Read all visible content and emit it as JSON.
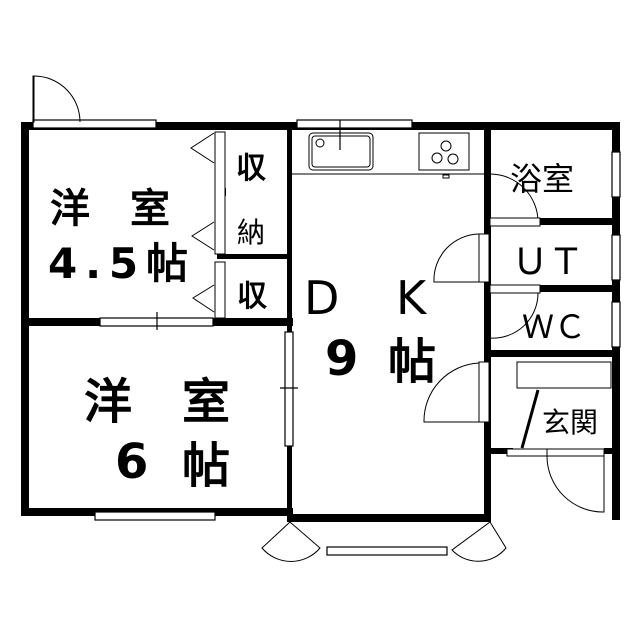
{
  "rooms": {
    "western_small": {
      "line1": "洋　室",
      "line2": "4.5帖"
    },
    "storage_large": {
      "char1": "収",
      "char2": "納"
    },
    "storage_small": {
      "char1": "収"
    },
    "dk": {
      "line1a": "D",
      "line1b": "K",
      "line2a": "9",
      "line2b": "帖"
    },
    "western_large": {
      "line1a": "洋",
      "line1b": "室",
      "line2a": "6",
      "line2b": "帖"
    },
    "bath": {
      "label": "浴室"
    },
    "ut": {
      "label": "ＵＴ"
    },
    "wc": {
      "label": "ＷＣ"
    },
    "entrance": {
      "label": "玄関"
    }
  },
  "colors": {
    "wall": "#000000",
    "background": "#ffffff"
  }
}
